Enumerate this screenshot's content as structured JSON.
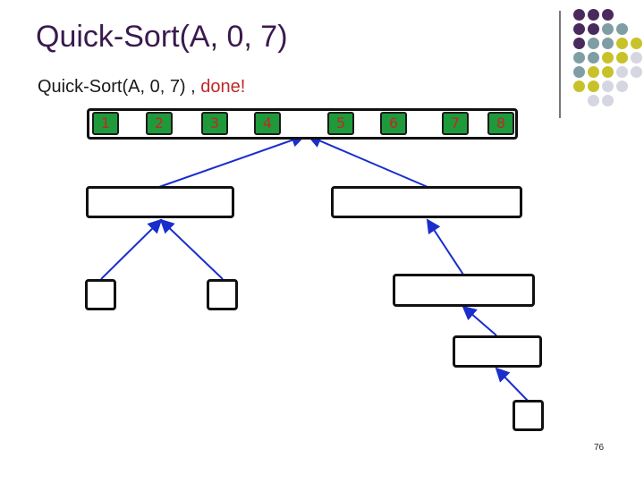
{
  "slide": {
    "title": "Quick-Sort(A, 0, 7)",
    "subtitle_call": "Quick-Sort(A, 0, 7) ,",
    "subtitle_done": "done!",
    "page_number": "76"
  },
  "array": {
    "values": [
      "1",
      "2",
      "3",
      "4",
      "5",
      "6",
      "7",
      "8"
    ]
  },
  "colors": {
    "title": "#3a1a4e",
    "done": "#c0282a",
    "cell_fill": "#1e9a3a",
    "cell_text": "#c0282a",
    "edge": "#1a2ecc",
    "dot_purple": "#4a2a5c",
    "dot_teal": "#7f9ea3",
    "dot_olive": "#c8c22a",
    "dot_light": "#d6d6e2"
  }
}
